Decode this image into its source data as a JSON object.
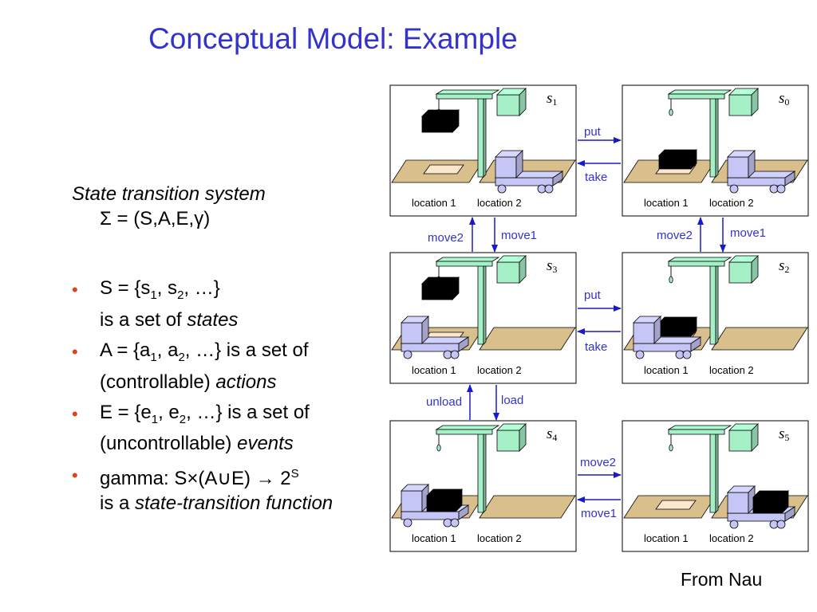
{
  "title": "Conceptual Model: Example",
  "left": {
    "heading": "State transition system",
    "sigma": "Σ = (S,A,E,γ)",
    "bullets": [
      {
        "parts": [
          "S = {s",
          "1",
          ", s",
          "2",
          ", …}"
        ],
        "line2a": "is a set of ",
        "line2b": "states"
      },
      {
        "parts": [
          "A = {a",
          "1",
          ", a",
          "2",
          ", …} is a set of"
        ],
        "line2a": "(controllable) ",
        "line2b": "actions"
      },
      {
        "parts": [
          "E = {e",
          "1",
          ", e",
          "2",
          ", …} is a set of"
        ],
        "line2a": "(uncontrollable) ",
        "line2b": "events"
      },
      {
        "gamma": "gamma: S×(A∪E) → 2",
        "gamma_sup": "S",
        "line2a": "is a ",
        "line2b": "state-transition function"
      }
    ]
  },
  "states": [
    {
      "id": "s1",
      "base": "s",
      "sub": "1",
      "loc1": "location 1",
      "loc2": "location 2"
    },
    {
      "id": "s0",
      "base": "s",
      "sub": "0",
      "loc1": "location 1",
      "loc2": "location 2"
    },
    {
      "id": "s3",
      "base": "s",
      "sub": "3",
      "loc1": "location 1",
      "loc2": "location 2"
    },
    {
      "id": "s2",
      "base": "s",
      "sub": "2",
      "loc1": "location 1",
      "loc2": "location 2"
    },
    {
      "id": "s4",
      "base": "s",
      "sub": "4",
      "loc1": "location 1",
      "loc2": "location 2"
    },
    {
      "id": "s5",
      "base": "s",
      "sub": "5",
      "loc1": "location 1",
      "loc2": "location 2"
    }
  ],
  "transitions": {
    "s1_s0_put": "put",
    "s0_s1_take": "take",
    "s3_s1_move2": "move2",
    "s1_s3_move1": "move1",
    "s2_s0_move2": "move2",
    "s0_s2_move1": "move1",
    "s3_s2_put": "put",
    "s2_s3_take": "take",
    "s4_s3_unload": "unload",
    "s3_s4_load": "load",
    "s4_s5_move2": "move2",
    "s5_s4_move1": "move1"
  },
  "colors": {
    "title": "#3333cc",
    "label": "#3333cc",
    "arrow": "#1a1acc",
    "crane": "#a6f0c8",
    "ground": "#d9bf8c",
    "truck": "#c6c6f6",
    "pallet": "#fbe8cc",
    "container": "#000000",
    "bullet": "#e0401c"
  },
  "footer": "From Nau"
}
